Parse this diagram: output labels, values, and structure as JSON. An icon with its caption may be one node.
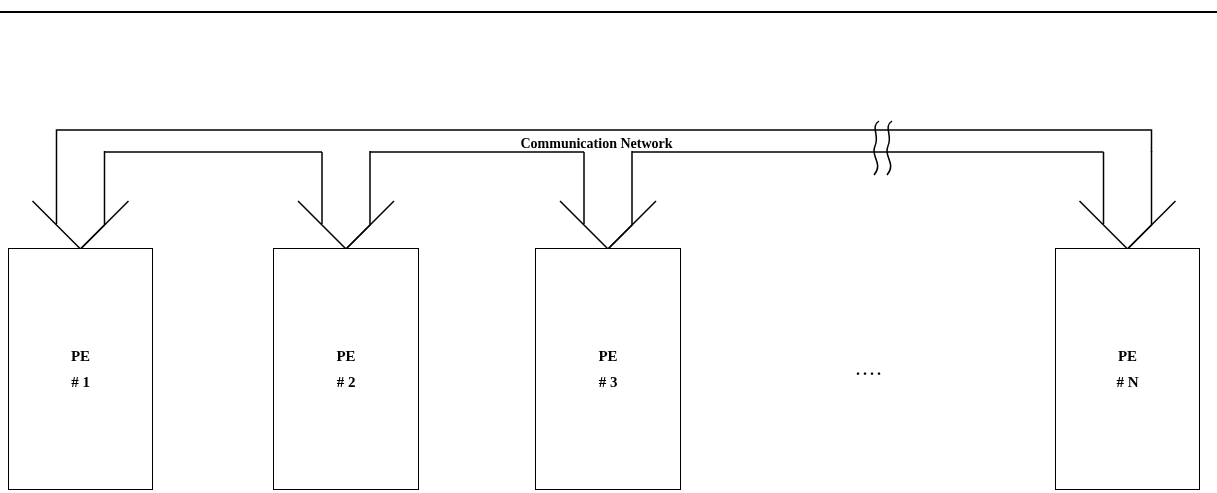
{
  "diagram": {
    "nodes": [
      {
        "text": [
          "Communication Network"
        ]
      },
      {
        "text": [
          "PE",
          "# 1"
        ]
      },
      {
        "text": [
          "PE",
          "# 2"
        ]
      },
      {
        "text": [
          "PE",
          "# 3"
        ]
      },
      {
        "text": [
          "PE",
          "# N"
        ]
      }
    ],
    "edges": [
      {
        "from": 0,
        "to": 1,
        "arrow": "to"
      },
      {
        "from": 0,
        "to": 2,
        "arrow": "to"
      },
      {
        "from": 0,
        "to": 3,
        "arrow": "to"
      },
      {
        "from": 0,
        "to": 4,
        "arrow": "to"
      }
    ],
    "labels": [
      "...."
    ]
  }
}
